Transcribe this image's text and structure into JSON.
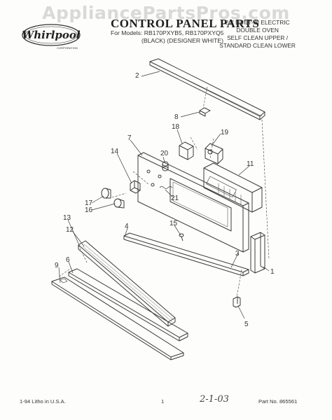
{
  "watermark": "AppliancePartsPros.com",
  "brand": {
    "name": "Whirlpool",
    "tagline": "CORPORATION"
  },
  "header": {
    "title": "CONTROL PANEL PARTS",
    "models_line": "For Models: RB170PXYB5, RB170PXYQ5",
    "colors_line": "(BLACK)   (DESIGNER WHITE)",
    "right_lines": [
      "24\" BUILT-IN ELECTRIC",
      "DOUBLE OVEN",
      "SELF CLEAN UPPER /",
      "STANDARD CLEAN LOWER"
    ]
  },
  "callouts": [
    "1",
    "2",
    "3",
    "4",
    "5",
    "6",
    "7",
    "8",
    "9",
    "11",
    "12",
    "13",
    "14",
    "15",
    "16",
    "17",
    "18",
    "19",
    "20",
    "21"
  ],
  "footer": {
    "left": "1-94 Litho in U.S.A.",
    "page": "1",
    "handwriting": "2-1-03",
    "part_no": "Part No. 865561"
  }
}
